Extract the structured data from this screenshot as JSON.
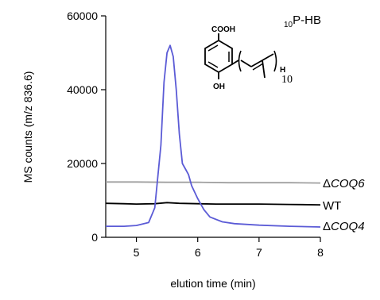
{
  "chart_data": {
    "type": "line",
    "title": "",
    "xlabel": "elution time (min)",
    "ylabel": "MS counts (m/z 836.6)",
    "xlim": [
      4.5,
      8
    ],
    "ylim": [
      0,
      60000
    ],
    "xticks": [
      5,
      6,
      7,
      8
    ],
    "yticks": [
      0,
      20000,
      40000,
      60000
    ],
    "xtick_labels": [
      "5",
      "6",
      "7",
      "8"
    ],
    "ytick_labels": [
      "0",
      "20000",
      "40000",
      "60000"
    ],
    "grid": false,
    "series": [
      {
        "label_prefix": "Δ",
        "label_main": "COQ6",
        "color": "#a0a0a0",
        "x": [
          4.5,
          5.0,
          5.5,
          6.0,
          6.5,
          7.0,
          7.5,
          8.0
        ],
        "y": [
          15000,
          15000,
          14900,
          14900,
          14800,
          14800,
          14800,
          14700
        ]
      },
      {
        "label_prefix": "",
        "label_main": "WT",
        "color": "#000000",
        "x": [
          4.5,
          4.8,
          5.0,
          5.3,
          5.5,
          5.7,
          6.0,
          6.3,
          6.6,
          7.0,
          7.5,
          8.0
        ],
        "y": [
          9200,
          9100,
          9000,
          9100,
          9400,
          9200,
          9100,
          9000,
          9000,
          9000,
          8900,
          8800
        ]
      },
      {
        "label_prefix": "Δ",
        "label_main": "COQ4",
        "color": "#5b5bd6",
        "x": [
          4.5,
          4.8,
          5.0,
          5.2,
          5.3,
          5.4,
          5.45,
          5.5,
          5.55,
          5.6,
          5.65,
          5.7,
          5.75,
          5.8,
          5.85,
          5.9,
          6.0,
          6.1,
          6.2,
          6.4,
          6.6,
          7.0,
          7.5,
          8.0
        ],
        "y": [
          3000,
          3000,
          3200,
          4000,
          8000,
          25000,
          42000,
          50000,
          52000,
          49000,
          40000,
          28000,
          20000,
          18500,
          17000,
          14000,
          10500,
          7500,
          5500,
          4200,
          3700,
          3300,
          3000,
          2800
        ]
      }
    ]
  },
  "annotation": {
    "prefix_sub": "10",
    "name": "P-HB"
  },
  "structure": {
    "acid_label": "COOH",
    "hydroxyl_label": "OH",
    "h_label": "H",
    "repeat_label": "10"
  }
}
